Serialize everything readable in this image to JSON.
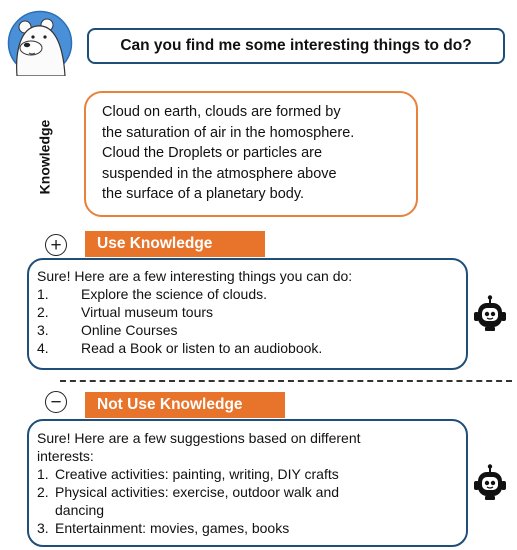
{
  "question": "Can you find me some interesting things to do?",
  "knowledge": {
    "label": "Knowledge",
    "lines": [
      "Cloud on earth, clouds are formed by",
      "the saturation of air in the homosphere.",
      "Cloud the Droplets or particles are",
      "suspended in the atmosphere above",
      "the surface of a planetary body."
    ]
  },
  "use_knowledge": {
    "sign": "+",
    "label": "Use Knowledge",
    "intro": "Sure! Here are a few interesting things you can do:",
    "items": [
      {
        "num": "1.",
        "text": "Explore the science of clouds."
      },
      {
        "num": "2.",
        "text": "Virtual museum tours"
      },
      {
        "num": "3.",
        "text": "Online Courses"
      },
      {
        "num": "4.",
        "text": "Read a Book or listen to an audiobook."
      }
    ]
  },
  "not_use_knowledge": {
    "sign": "−",
    "label": "Not Use Knowledge",
    "intro_lines": [
      "Sure! Here are a few suggestions based on different",
      "interests:"
    ],
    "items": [
      {
        "num": "1.",
        "lines": [
          "Creative activities: painting, writing, DIY crafts"
        ]
      },
      {
        "num": "2.",
        "lines": [
          "Physical activities: exercise, outdoor walk and",
          "dancing"
        ]
      },
      {
        "num": "3.",
        "lines": [
          "Entertainment: movies, games, books"
        ]
      }
    ]
  },
  "colors": {
    "orange": "#e8742c",
    "navy": "#1f4e79",
    "avatar_bg": "#4a90d9"
  },
  "icons": {
    "user": "polar-bear-avatar-icon",
    "assistant": "robot-icon"
  }
}
